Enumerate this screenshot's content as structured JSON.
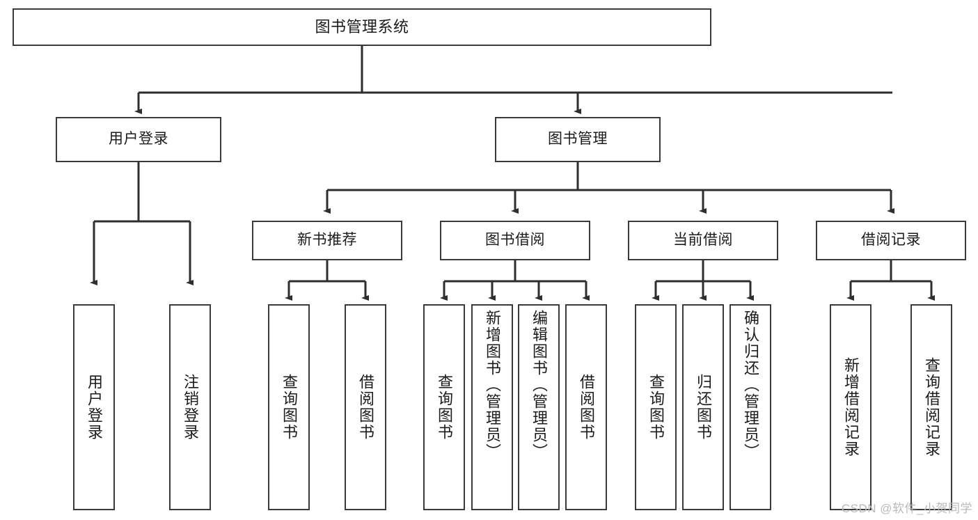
{
  "diagram": {
    "title": "图书管理系统",
    "type": "hierarchy-tree",
    "root": {
      "id": "root",
      "label": "图书管理系统"
    },
    "level2": [
      {
        "id": "user-login",
        "label": "用户登录"
      },
      {
        "id": "book-management",
        "label": "图书管理"
      }
    ],
    "level3": [
      {
        "id": "new-book-recommend",
        "label": "新书推荐"
      },
      {
        "id": "book-borrow",
        "label": "图书借阅"
      },
      {
        "id": "current-borrow",
        "label": "当前借阅"
      },
      {
        "id": "borrow-record",
        "label": "借阅记录"
      }
    ],
    "leaves": [
      {
        "id": "leaf-user-login",
        "parent": "user-login",
        "label": "用户登录"
      },
      {
        "id": "leaf-logout",
        "parent": "user-login",
        "label": "注销登录"
      },
      {
        "id": "leaf-query-book-1",
        "parent": "new-book-recommend",
        "label": "查询图书"
      },
      {
        "id": "leaf-borrow-book-1",
        "parent": "new-book-recommend",
        "label": "借阅图书"
      },
      {
        "id": "leaf-query-book-2",
        "parent": "book-borrow",
        "label": "查询图书"
      },
      {
        "id": "leaf-add-book",
        "parent": "book-borrow",
        "label": "新增图书（管理员）"
      },
      {
        "id": "leaf-edit-book",
        "parent": "book-borrow",
        "label": "编辑图书（管理员）"
      },
      {
        "id": "leaf-borrow-book-2",
        "parent": "book-borrow",
        "label": "借阅图书"
      },
      {
        "id": "leaf-query-book-3",
        "parent": "current-borrow",
        "label": "查询图书"
      },
      {
        "id": "leaf-return-book",
        "parent": "current-borrow",
        "label": "归还图书"
      },
      {
        "id": "leaf-confirm-return",
        "parent": "current-borrow",
        "label": "确认归还（管理员）"
      },
      {
        "id": "leaf-add-record",
        "parent": "borrow-record",
        "label": "新增借阅记录"
      },
      {
        "id": "leaf-query-record",
        "parent": "borrow-record",
        "label": "查询借阅记录"
      }
    ],
    "watermark": "CSDN @软件_小贺同学",
    "colors": {
      "box_border": "#3a3a3a",
      "box_fill": "#ffffff",
      "connector": "#2e2e2e",
      "text": "#1b1b1b",
      "watermark": "#b9b9b9",
      "background": "#ffffff"
    }
  }
}
